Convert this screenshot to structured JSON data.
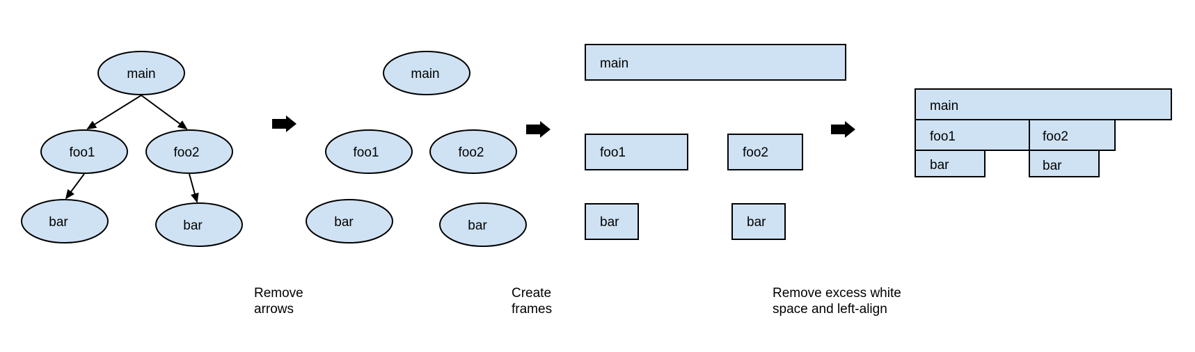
{
  "colors": {
    "node_fill": "#cfe2f3",
    "stroke": "#000000",
    "background": "#ffffff"
  },
  "stage1": {
    "nodes": {
      "main": "main",
      "foo1": "foo1",
      "foo2": "foo2",
      "bar_left": "bar",
      "bar_right": "bar"
    }
  },
  "stage2": {
    "nodes": {
      "main": "main",
      "foo1": "foo1",
      "foo2": "foo2",
      "bar_left": "bar",
      "bar_right": "bar"
    }
  },
  "stage3": {
    "nodes": {
      "main": "main",
      "foo1": "foo1",
      "foo2": "foo2",
      "bar_left": "bar",
      "bar_right": "bar"
    }
  },
  "stage4": {
    "nodes": {
      "main": "main",
      "foo1": "foo1",
      "foo2": "foo2",
      "bar_left": "bar",
      "bar_right": "bar"
    }
  },
  "captions": {
    "remove_arrows": [
      "Remove",
      "arrows"
    ],
    "create_frames": [
      "Create",
      "frames"
    ],
    "remove_whitespace": [
      "Remove excess white",
      "space and left-align"
    ]
  },
  "icons": {
    "transition": "right-arrow-icon"
  }
}
